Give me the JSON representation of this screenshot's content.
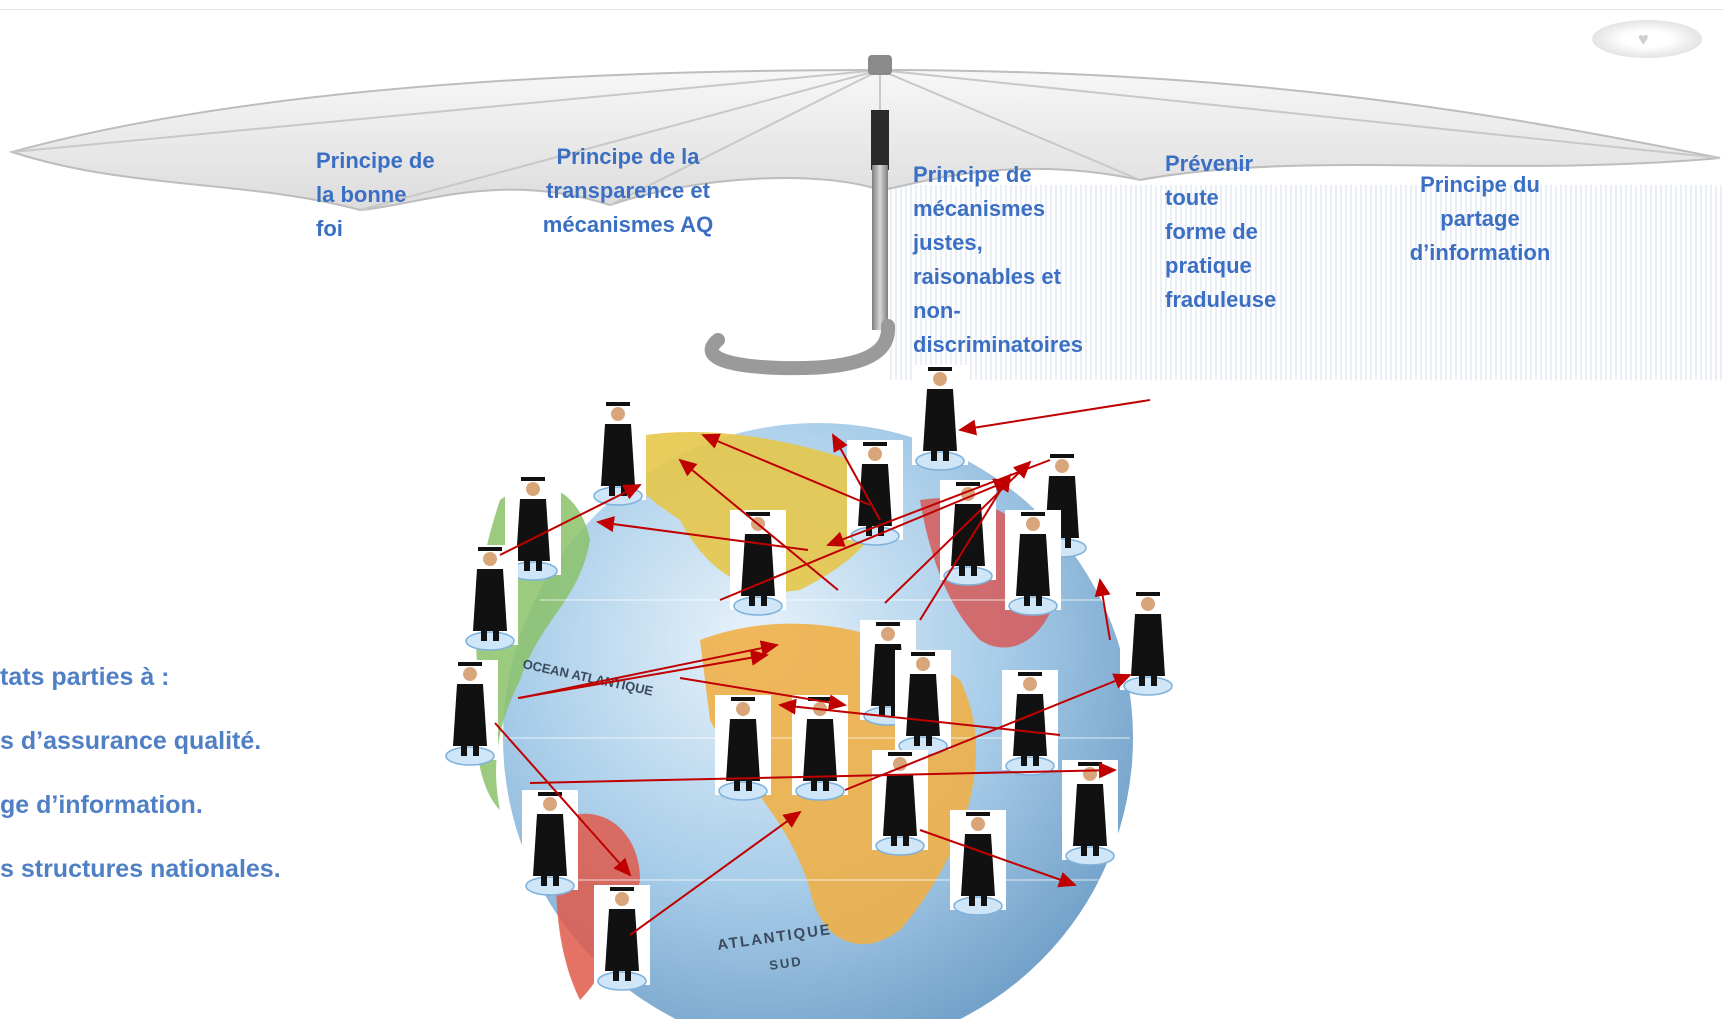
{
  "principles": [
    {
      "id": "bonne-foi",
      "lines": [
        "Principe de",
        "la bonne",
        "foi"
      ]
    },
    {
      "id": "transparence",
      "lines": [
        "Principe de la",
        "transparence et",
        "mécanismes AQ"
      ]
    },
    {
      "id": "mecanismes",
      "lines": [
        "Principe de",
        "mécanismes",
        "justes,",
        "raisonables et",
        "non-",
        "discriminatoires"
      ]
    },
    {
      "id": "prevenir",
      "lines": [
        "Prévenir",
        "toute",
        "forme de",
        "pratique",
        "fraduleuse"
      ]
    },
    {
      "id": "partage",
      "lines": [
        "Principe du",
        "partage",
        "d’information"
      ]
    }
  ],
  "bullets": [
    "tats parties à :",
    "s d’assurance qualité.",
    "ge d’information.",
    "s structures nationales."
  ],
  "globe_labels": [
    "OCEAN ATLANTIQUE",
    "ATLANTIQUE",
    "SUD"
  ],
  "colors": {
    "label_text": "#3a6fc4",
    "bullet_text": "#4f7fc4",
    "arrow": "#c00000",
    "ocean": "#9fc6e6",
    "graduate_gown": "#111111",
    "graduate_base": "#cfe6f8"
  },
  "icons": [
    "umbrella-icon",
    "globe-icon",
    "graduate-icon",
    "heart-icon"
  ]
}
